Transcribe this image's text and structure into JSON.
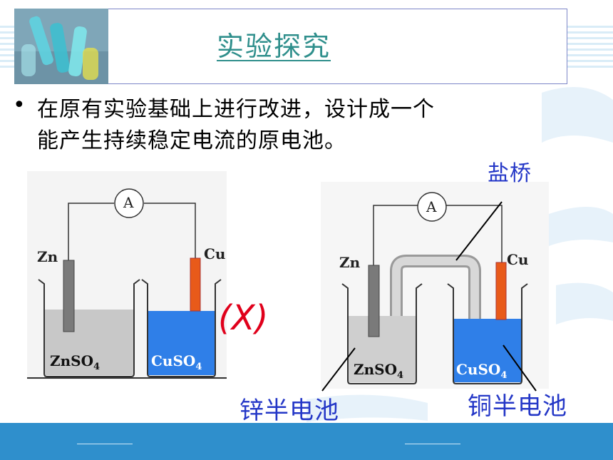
{
  "title": "实验探究",
  "bullet": {
    "marker": "•",
    "line1": "在原有实验基础上进行改进，设计成一个",
    "line2": "能产生持续稳定电流的原电池。"
  },
  "left_setup": {
    "ammeter": "A",
    "zn": "Zn",
    "cu": "Cu",
    "zn_solution": "ZnSO",
    "cu_solution": "CuSO",
    "subscript": "4",
    "mark": "(X)"
  },
  "right_setup": {
    "ammeter": "A",
    "zn": "Zn",
    "cu": "Cu",
    "zn_solution": "ZnSO",
    "cu_solution": "CuSO",
    "subscript": "4",
    "salt_bridge": "盐桥",
    "zinc_half_cell": "锌半电池",
    "copper_half_cell": "铜半电池"
  },
  "colors": {
    "title": "#2f8f8c",
    "label_blue": "#2437c7",
    "mark_red": "#e0001b",
    "cu_solution": "#2f7fe8",
    "zn_solution": "#c8c8c8",
    "copper_electrode": "#e85a1a",
    "footer": "#2f8fcc"
  }
}
